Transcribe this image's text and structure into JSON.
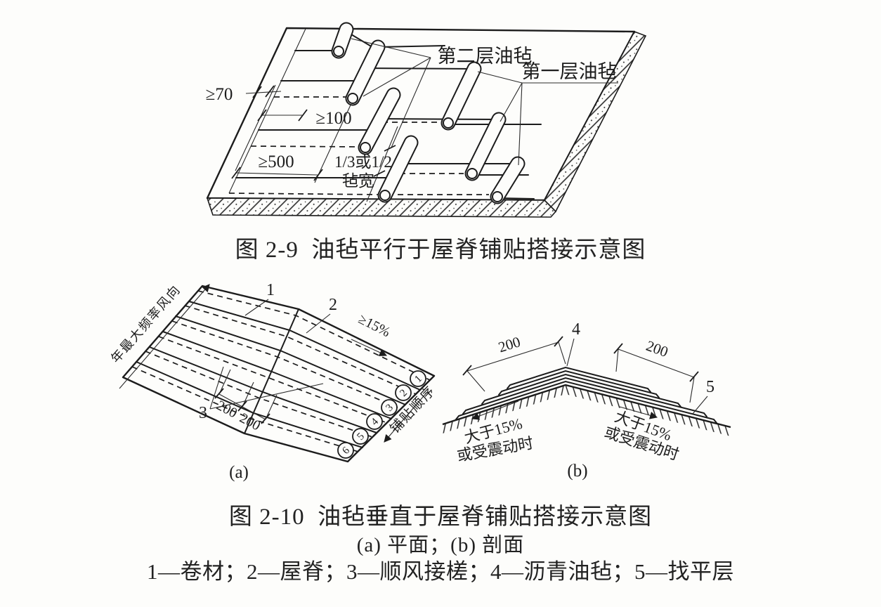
{
  "colors": {
    "paper": "#fdfdfb",
    "ink": "#1c1c1c"
  },
  "figure_2_9": {
    "caption": "图 2-9  油毡平行于屋脊铺贴搭接示意图",
    "labels": {
      "second_layer": "第二层油毡",
      "first_layer": "第一层油毡",
      "dim_70": "≥70",
      "dim_100": "≥100",
      "dim_500": "≥500",
      "felt_width_line1": "1/3或1/2",
      "felt_width_line2": "毡宽"
    }
  },
  "figure_2_10": {
    "caption": "图 2-10  油毡垂直于屋脊铺贴搭接示意图",
    "subcaption": "(a) 平面；(b) 剖面",
    "legend": "1—卷材；2—屋脊；3—顺风接槎；4—沥青油毡；5—找平层",
    "plan": {
      "label": "(a)",
      "wind_direction": "年最大频率风向",
      "slope": "≥15%",
      "laying_order": "铺贴顺序",
      "dim_a": "200",
      "dim_b": "200",
      "ref1": "1",
      "ref2": "2",
      "ref3": "3",
      "order_numbers": [
        "1",
        "2",
        "3",
        "4",
        "5",
        "6"
      ]
    },
    "section": {
      "label": "(b)",
      "dim_left": "200",
      "dim_right": "200",
      "ref4": "4",
      "ref5": "5",
      "note_left_1": "大于15%",
      "note_left_2": "或受震动时",
      "note_right_1": "大于15%",
      "note_right_2": "或受震动时"
    }
  }
}
